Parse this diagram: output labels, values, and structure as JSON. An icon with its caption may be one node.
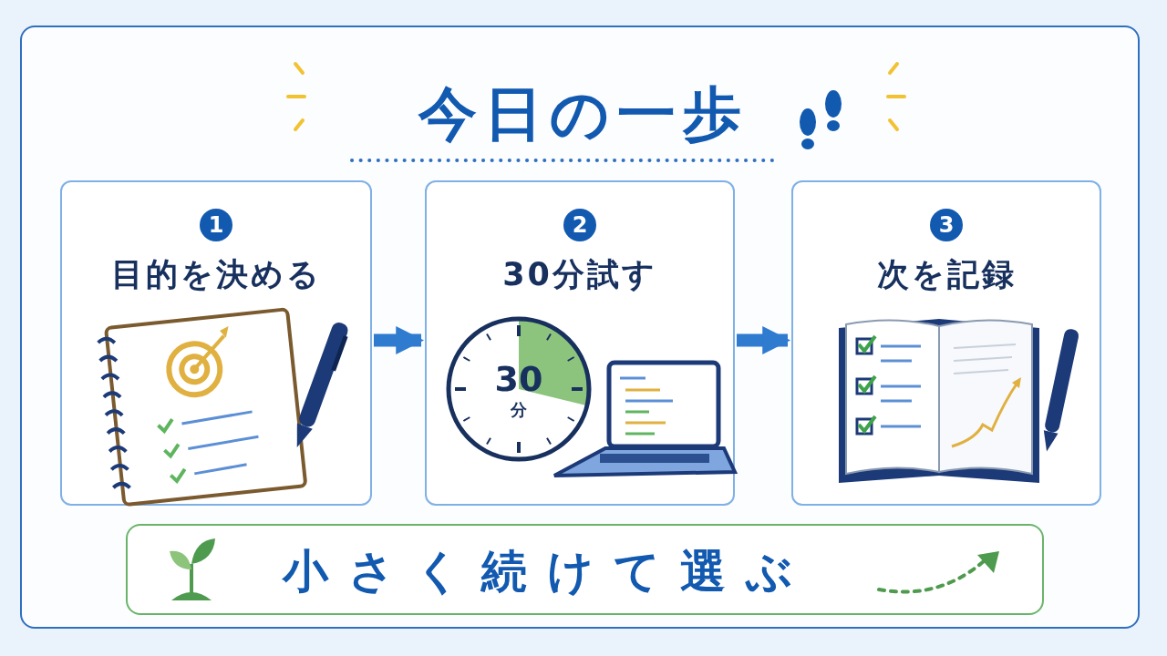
{
  "diagram": {
    "title": "今日の一歩",
    "nodes": [
      {
        "text": [
          "1",
          "目的を決める"
        ]
      },
      {
        "text": [
          "2",
          "30分試す"
        ]
      },
      {
        "text": [
          "3",
          "次を記録"
        ]
      },
      {
        "text": [
          "小さく**続け**て選ぶ"
        ]
      }
    ],
    "edges": [
      {
        "from": 0,
        "to": 1,
        "arrow": "to"
      },
      {
        "from": 1,
        "to": 2,
        "arrow": "to"
      }
    ],
    "labels": [
      "30",
      "分"
    ]
  }
}
